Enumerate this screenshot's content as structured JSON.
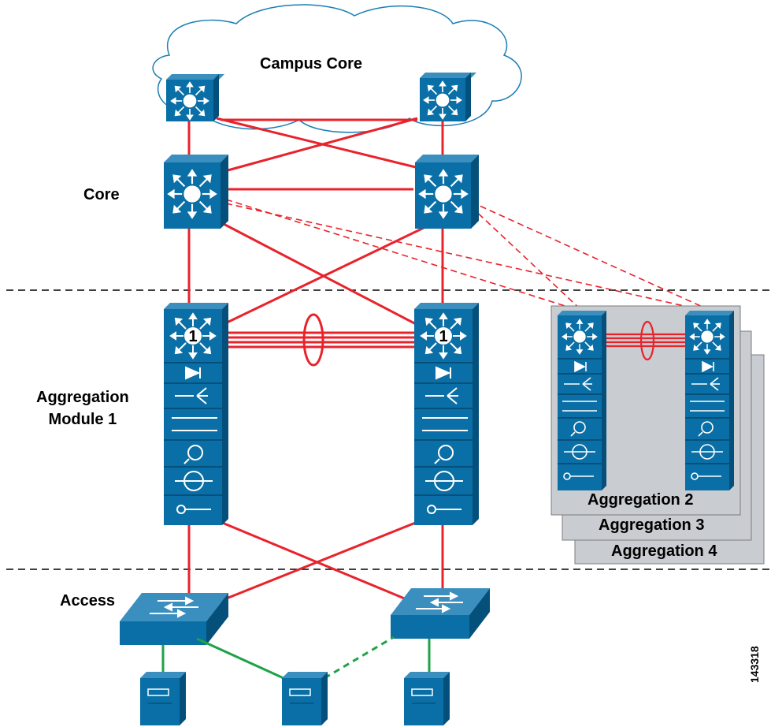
{
  "labels": {
    "campus_core": "Campus Core",
    "core": "Core",
    "aggregation_module_line1": "Aggregation",
    "aggregation_module_line2": "Module 1",
    "access": "Access",
    "agg2": "Aggregation 2",
    "agg3": "Aggregation 3",
    "agg4": "Aggregation 4",
    "switch_number": "1",
    "figure_id": "143318"
  },
  "colors": {
    "device_blue": "#0a6fa6",
    "device_blue_dark": "#05507a",
    "device_blue_light": "#3a8fbf",
    "link_red": "#e8232c",
    "link_green": "#1fa247",
    "cloud_fill": "#ffffff",
    "cloud_stroke": "#1a7fb5",
    "stack_gray": "#c9ccd0",
    "divider": "#000000"
  },
  "icons": [
    "multilayer-switch-icon",
    "layer2-switch-icon",
    "server-icon",
    "cloud-icon",
    "firewall-service-icon",
    "load-balancer-icon",
    "cache-service-icon",
    "network-analysis-icon",
    "ssl-offload-icon",
    "ids-key-icon"
  ]
}
